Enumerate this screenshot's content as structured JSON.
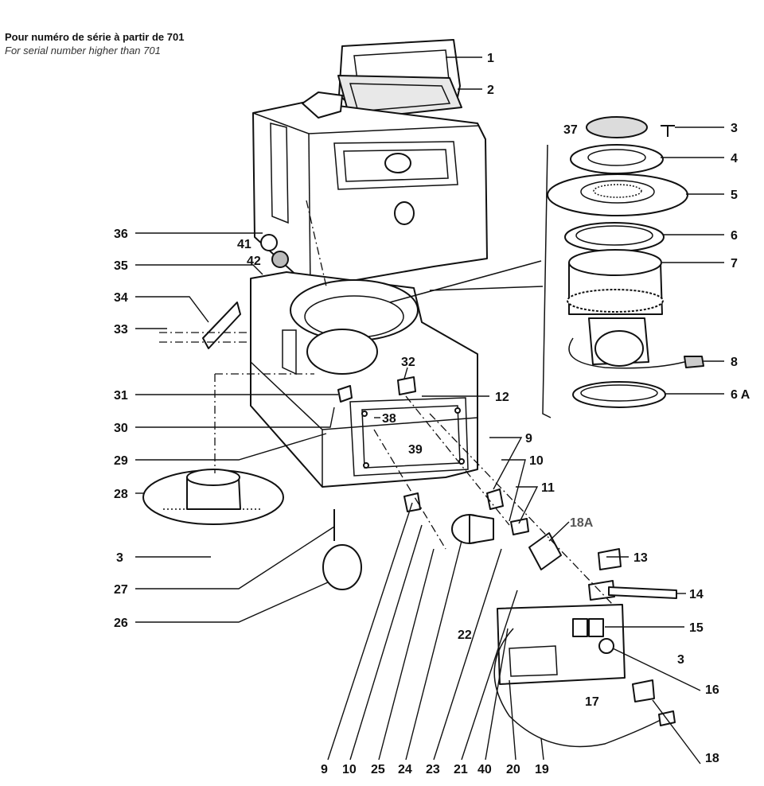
{
  "caption": {
    "fr": "Pour numéro de série à partir de 701",
    "en": "For serial number higher than 701"
  },
  "labels": {
    "l1": "1",
    "l2": "2",
    "l3a": "3",
    "l3b": "3",
    "l3c": "3",
    "l4": "4",
    "l5": "5",
    "l6": "6",
    "l6a": "6 A",
    "l7": "7",
    "l8": "8",
    "l9a": "9",
    "l9b": "9",
    "l10a": "10",
    "l10b": "10",
    "l11": "11",
    "l12": "12",
    "l13": "13",
    "l14": "14",
    "l15": "15",
    "l16": "16",
    "l17": "17",
    "l18": "18",
    "l18a": "18A",
    "l19": "19",
    "l20": "20",
    "l21": "21",
    "l22": "22",
    "l23": "23",
    "l24": "24",
    "l25": "25",
    "l26": "26",
    "l27": "27",
    "l28": "28",
    "l29": "29",
    "l30": "30",
    "l31": "31",
    "l32": "32",
    "l33": "33",
    "l34": "34",
    "l35": "35",
    "l36": "36",
    "l37": "37",
    "l38": "38",
    "l39": "39",
    "l40": "40",
    "l41": "41",
    "l42": "42"
  }
}
